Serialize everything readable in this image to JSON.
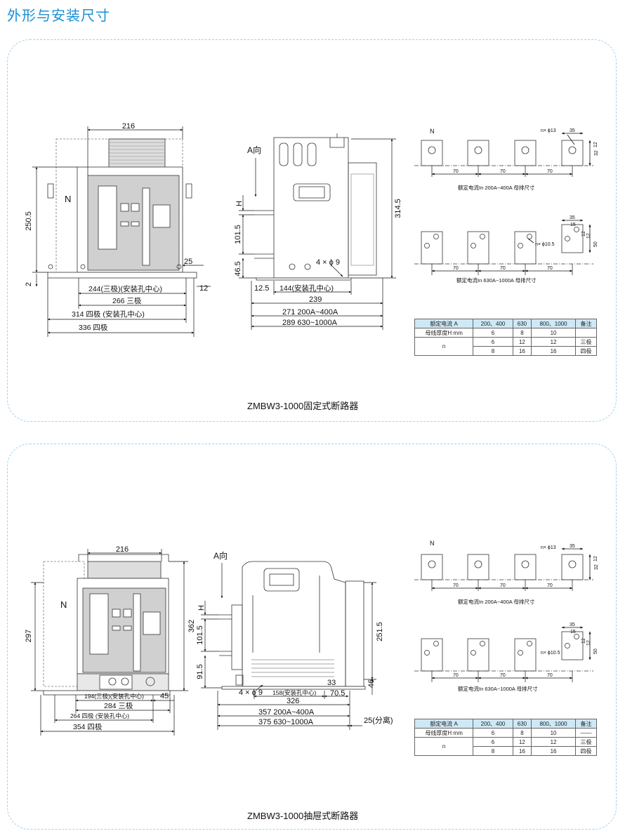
{
  "page": {
    "heading": "外形与安装尺寸",
    "accent_color": "#1a8fd6",
    "frame_color": "#9fd3ee",
    "table_header_color": "#cfe8f5"
  },
  "fixed": {
    "caption": "ZMBW3-1000固定式断路器",
    "front": {
      "neutral": "N",
      "d_top": "216",
      "d_height": "250.5",
      "d_base": "2",
      "d_side25": "25",
      "d_12": "12",
      "d_244": "244(三极)(安装孔中心)",
      "d_266": "266   三极",
      "d_314": "314   四极   (安装孔中心)",
      "d_336": "336   四极"
    },
    "side": {
      "arrow": "A向",
      "d_H": "H",
      "d_101": "101.5",
      "d_46": "46.5",
      "d_314": "314.5",
      "d_holes": "4 × ϕ 9",
      "d_125": "12.5",
      "d_144": "144(安装孔中心)",
      "d_239": "239",
      "d_271": "271   200A~400A",
      "d_289": "289   630~1000A"
    },
    "bus": {
      "neutral": "N",
      "hole_label1": "n× ϕ13",
      "w35": "35",
      "d12": "12",
      "d32": "32",
      "pitch": "70",
      "cap1": "额定电流In   200A~400A   母排尺寸",
      "hole_label2": "n× ϕ10.5",
      "d15": "15",
      "d50": "50",
      "cap2": "额定电流In   630A~1000A   母排尺寸"
    },
    "table": {
      "headers": [
        "额定电流 A",
        "200、400",
        "630",
        "800、1000",
        "备注"
      ],
      "thickness_label": "母线厚度H   mm",
      "thickness": [
        "6",
        "8",
        "10",
        ""
      ],
      "n_label": "n",
      "n_three": [
        "6",
        "12",
        "12",
        "三极"
      ],
      "n_four": [
        "8",
        "16",
        "16",
        "四极"
      ]
    }
  },
  "drawout": {
    "caption": "ZMBW3-1000抽屉式断路器",
    "front": {
      "neutral": "N",
      "d_top": "216",
      "d_297": "297",
      "d_362": "362",
      "d_194": "194(三极)(安装孔中心)",
      "d_45": "45",
      "d_284": "284   三极",
      "d_264": "264   四极   (安装孔中心)",
      "d_354": "354   四极"
    },
    "side": {
      "arrow": "A向",
      "d_H": "H",
      "d_101": "101.5",
      "d_91": "91.5",
      "d_251": "251.5",
      "d_46": "46",
      "d_33": "33",
      "d_holes": "4 × ϕ 9",
      "d_158": "158(安装孔中心)",
      "d_705": "70.5",
      "d_326": "326",
      "d_357": "357   200A~400A",
      "d_375": "375   630~1000A",
      "d_25": "25(分离)"
    },
    "bus": {
      "neutral": "N",
      "hole_label1": "n× ϕ13",
      "w35": "35",
      "d12": "12",
      "d32": "32",
      "pitch": "70",
      "cap1": "额定电流In   200A~400A   母排尺寸",
      "hole_label2": "n× ϕ10.5",
      "d15": "15",
      "d50": "50",
      "cap2": "额定电流In   630A~1000A   母排尺寸"
    },
    "table": {
      "headers": [
        "额定电流 A",
        "200、400",
        "630",
        "800、1000",
        "备注"
      ],
      "thickness_label": "母线厚度H   mm",
      "thickness": [
        "6",
        "8",
        "10",
        "——"
      ],
      "n_label": "n",
      "n_three": [
        "6",
        "12",
        "12",
        "三极"
      ],
      "n_four": [
        "8",
        "16",
        "16",
        "四极"
      ]
    }
  }
}
